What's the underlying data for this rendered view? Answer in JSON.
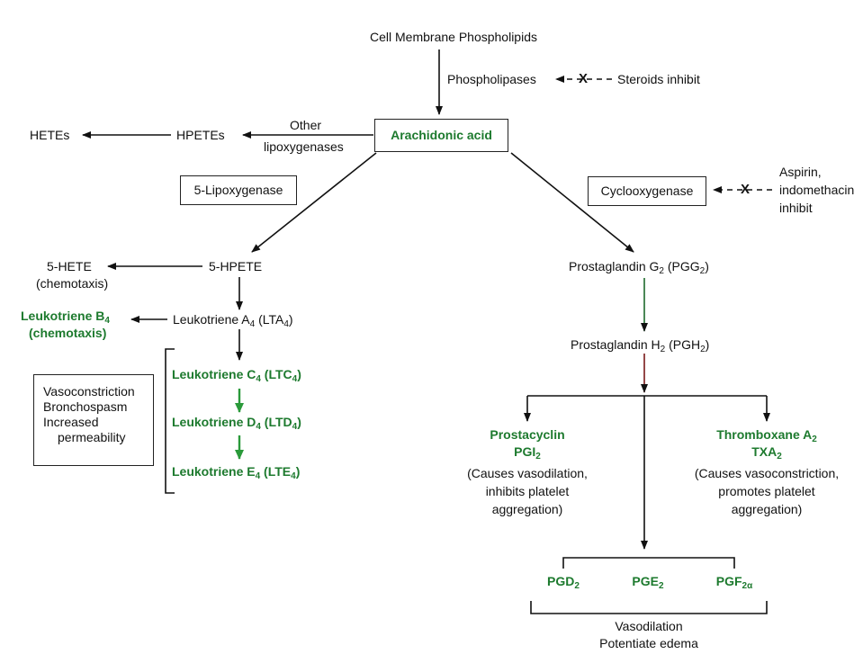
{
  "colors": {
    "ink": "#111111",
    "green": "#1d7a2e",
    "arrow_green": "#2a9a3a",
    "box_border": "#222222"
  },
  "top": {
    "membrane": "Cell Membrane Phospholipids",
    "phospholipases": "Phospholipases",
    "steroids": "Steroids inhibit",
    "x_mark": "X"
  },
  "center": {
    "arachidonic": "Arachidonic acid"
  },
  "left": {
    "hetes": "HETEs",
    "hpetes": "HPETEs",
    "other_lipox_1": "Other",
    "other_lipox_2": "lipoxygenases",
    "five_lipox": "5-Lipoxygenase",
    "five_hete": "5-HETE",
    "five_hete_note": "(chemotaxis)",
    "five_hpete": "5-HPETE",
    "ltb4_pre": "Leukotriene B",
    "ltb4_sub": "4",
    "ltb4_note": "(chemotaxis)",
    "lta4_pre": "Leukotriene A",
    "lta4_sub": "4",
    "lta4_mid": " (LTA",
    "lta4_sub2": "4",
    "lta4_post": ")",
    "ltc4_pre": "Leukotriene C",
    "ltc4_sub": "4",
    "ltc4_mid": " (LTC",
    "ltc4_sub2": "4",
    "ltc4_post": ")",
    "ltd4_pre": "Leukotriene D",
    "ltd4_sub": "4",
    "ltd4_mid": " (LTD",
    "ltd4_sub2": "4",
    "ltd4_post": ")",
    "lte4_pre": "Leukotriene E",
    "lte4_sub": "4",
    "lte4_mid": " (LTE",
    "lte4_sub2": "4",
    "lte4_post": ")",
    "effects": [
      "Vasoconstriction",
      "Bronchospasm",
      "Increased",
      "permeability"
    ]
  },
  "right": {
    "cox": "Cyclooxygenase",
    "aspirin_1": "Aspirin,",
    "aspirin_2": "indomethacin",
    "aspirin_3": "inhibit",
    "x_mark": "X",
    "pgg2_pre": "Prostaglandin G",
    "pgg2_sub": "2",
    "pgg2_mid": " (PGG",
    "pgg2_sub2": "2",
    "pgg2_post": ")",
    "pgh2_pre": "Prostaglandin H",
    "pgh2_sub": "2",
    "pgh2_mid": " (PGH",
    "pgh2_sub2": "2",
    "pgh2_post": ")",
    "prostacyclin": "Prostacyclin",
    "pgi2_pre": "PGI",
    "pgi2_sub": "2",
    "prostacyclin_note": [
      "(Causes vasodilation,",
      "inhibits platelet",
      "aggregation)"
    ],
    "thromboxane_pre": "Thromboxane A",
    "thromboxane_sub": "2",
    "txa2_pre": "TXA",
    "txa2_sub": "2",
    "thromboxane_note": [
      "(Causes vasoconstriction,",
      "promotes platelet",
      "aggregation)"
    ],
    "pgd2_pre": "PGD",
    "pgd2_sub": "2",
    "pge2_pre": "PGE",
    "pge2_sub": "2",
    "pgf2a_pre": "PGF",
    "pgf2a_sub": "2α",
    "bottom_1": "Vasodilation",
    "bottom_2": "Potentiate edema"
  }
}
